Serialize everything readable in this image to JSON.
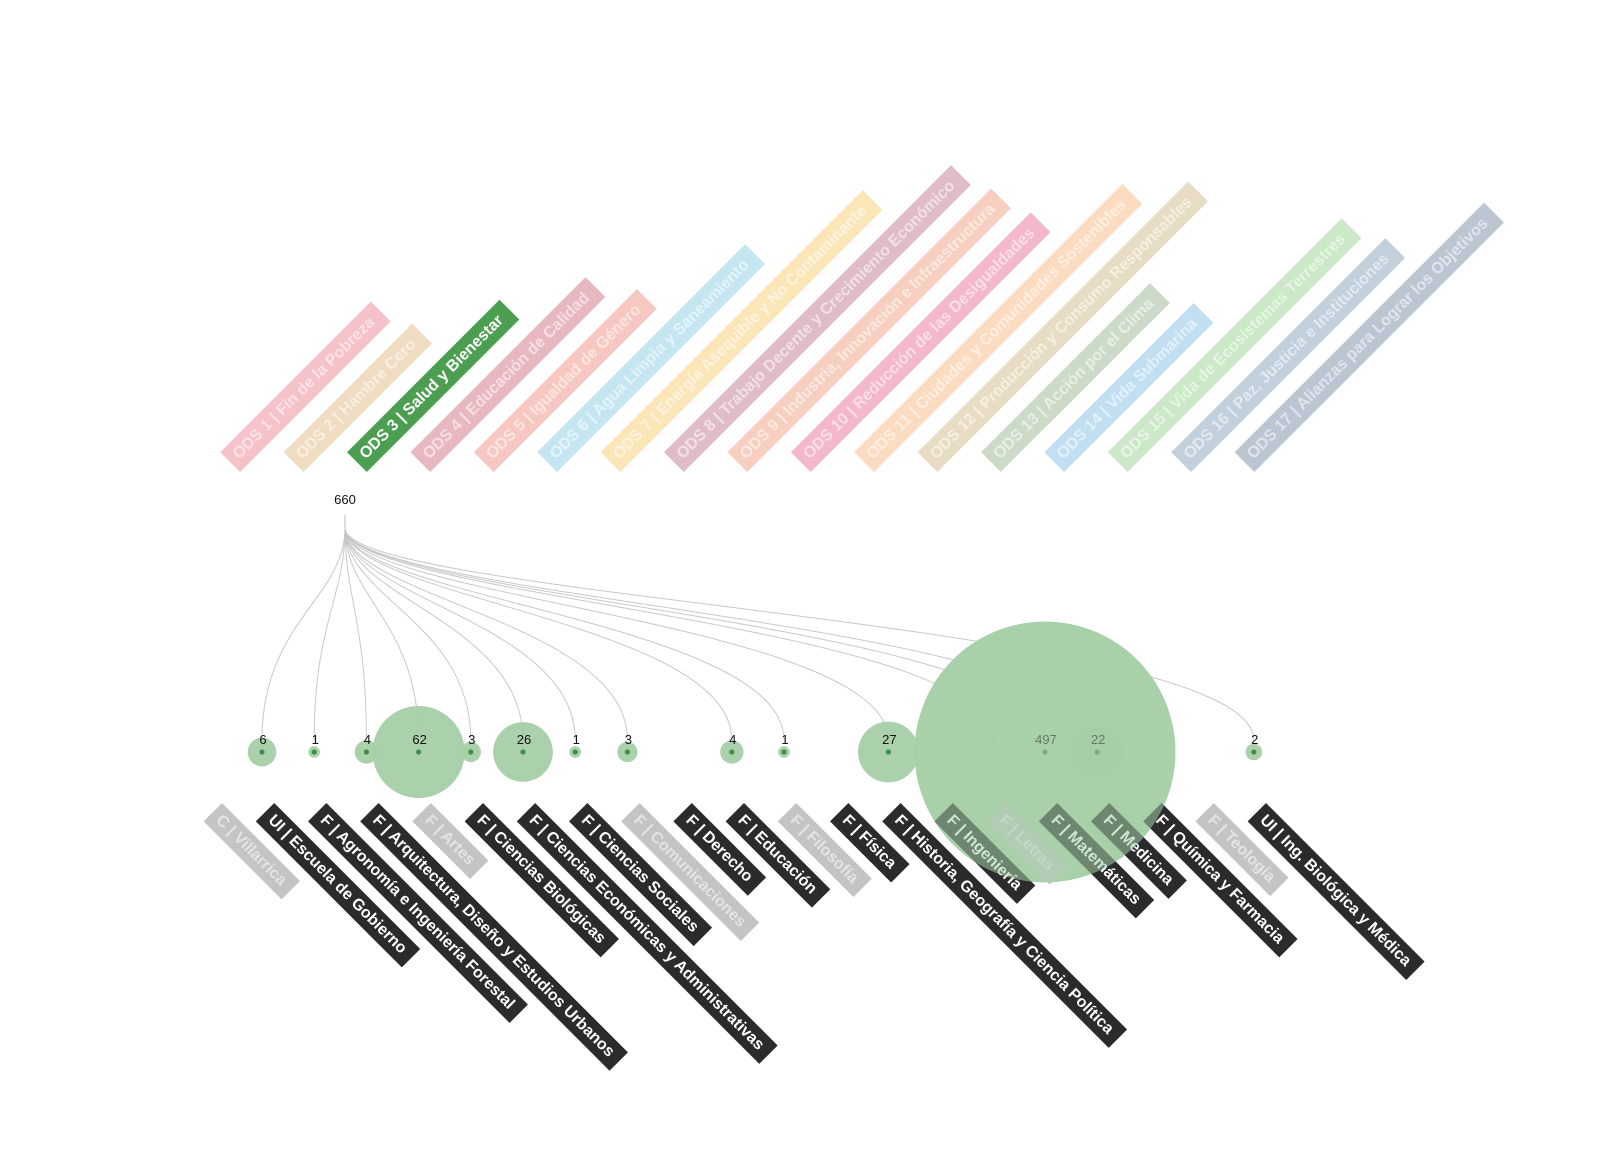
{
  "colors": {
    "highlight": "#4c9e50",
    "bubble_fill": "#a6cfa8",
    "bubble_dot": "#3f8f46",
    "link": "#c8c8c8",
    "unit_active": "#2b2b2b",
    "unit_inactive": "#c4c4c4"
  },
  "hub": {
    "label": "660"
  },
  "goals": [
    {
      "label": "ODS 1 | Fin de la Pobreza",
      "color": "#f4c2c8",
      "active": false
    },
    {
      "label": "ODS 2 | Hambre Cero",
      "color": "#f0dcc2",
      "active": false
    },
    {
      "label": "ODS 3 | Salud y Bienestar",
      "color": "#4c9e50",
      "active": true
    },
    {
      "label": "ODS 4 | Educación de Calidad",
      "color": "#e8b8c0",
      "active": false
    },
    {
      "label": "ODS 5 | Igualdad de Género",
      "color": "#f7c8c2",
      "active": false
    },
    {
      "label": "ODS 6 | Agua Limpia y Saneamiento",
      "color": "#c5e6f0",
      "active": false
    },
    {
      "label": "ODS 7 | Energía Asequible y No Contaminante",
      "color": "#fbe6b8",
      "active": false
    },
    {
      "label": "ODS 8 | Trabajo Decente y Crecimiento Económico",
      "color": "#e0bcc8",
      "active": false
    },
    {
      "label": "ODS 9 | Industria, Innovación e Infraestructura",
      "color": "#f7cfc0",
      "active": false
    },
    {
      "label": "ODS 10 | Reducción de las Desigualdades",
      "color": "#f3b8cc",
      "active": false
    },
    {
      "label": "ODS 11 | Ciudades y Comunidades Sostenibles",
      "color": "#fbdcc0",
      "active": false
    },
    {
      "label": "ODS 12 | Producción y Consumo Responsables",
      "color": "#e8dcc4",
      "active": false
    },
    {
      "label": "ODS 13 | Acción por el Clima",
      "color": "#cbdbc8",
      "active": false
    },
    {
      "label": "ODS 14 | Vida Submarina",
      "color": "#c2dff2",
      "active": false
    },
    {
      "label": "ODS 15 | Vida de Ecosistemas Terrestres",
      "color": "#cce8c8",
      "active": false
    },
    {
      "label": "ODS 16 | Paz, Justicia e Instituciones",
      "color": "#c2d0dc",
      "active": false
    },
    {
      "label": "ODS 17 | Alianzas para Lograr los Objetivos",
      "color": "#bcc6d2",
      "active": false
    }
  ],
  "units": [
    {
      "label": "C | Villarrica",
      "value": 6,
      "active": false
    },
    {
      "label": "UI | Escuela de Gobierno",
      "value": 1,
      "active": true
    },
    {
      "label": "F | Agronomía e Ingeniería Forestal",
      "value": 4,
      "active": true
    },
    {
      "label": "F | Arquitectura, Diseño y Estudios Urbanos",
      "value": 62,
      "active": true
    },
    {
      "label": "F | Artes",
      "value": 3,
      "active": false
    },
    {
      "label": "F | Ciencias Biológicas",
      "value": 26,
      "active": true
    },
    {
      "label": "F | Ciencias Económicas y Administrativas",
      "value": 1,
      "active": true
    },
    {
      "label": "F | Ciencias Sociales",
      "value": 3,
      "active": true
    },
    {
      "label": "F | Comunicaciones",
      "value": null,
      "active": false
    },
    {
      "label": "F | Derecho",
      "value": 4,
      "active": true
    },
    {
      "label": "F | Educación",
      "value": 1,
      "active": true
    },
    {
      "label": "F | Filosofía",
      "value": null,
      "active": false
    },
    {
      "label": "F | Física",
      "value": 27,
      "active": true
    },
    {
      "label": "F | Historia, Geografía y Ciencia Política",
      "value": null,
      "active": true
    },
    {
      "label": "F | Ingeniería",
      "value": 1,
      "active": true
    },
    {
      "label": "F | Letras",
      "value": 497,
      "active": false
    },
    {
      "label": "F | Matemáticas",
      "value": 22,
      "active": true
    },
    {
      "label": "F | Medicina",
      "value": null,
      "active": true
    },
    {
      "label": "F | Química y Farmacia",
      "value": null,
      "active": true
    },
    {
      "label": "F | Teología",
      "value": 2,
      "active": false
    },
    {
      "label": "UI | Ing. Biológica y Médica",
      "value": null,
      "active": true
    }
  ]
}
